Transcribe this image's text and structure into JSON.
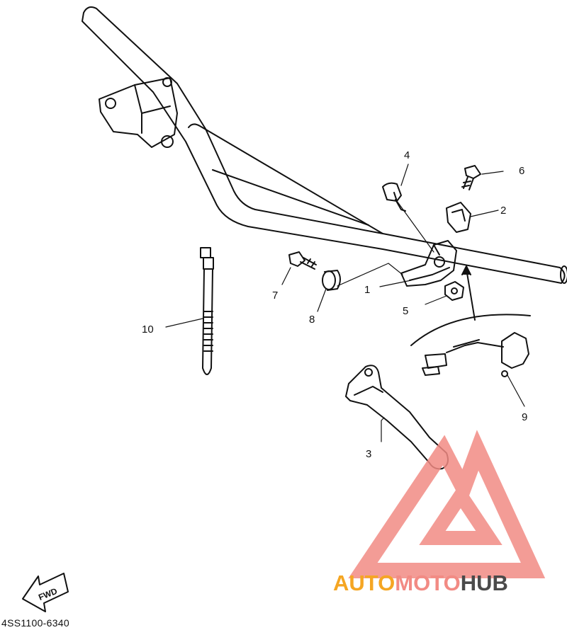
{
  "diagram": {
    "part_code": "4SS1100-6340",
    "fwd_label": "FWD",
    "callouts": [
      {
        "id": "c1",
        "label": "1"
      },
      {
        "id": "c2",
        "label": "2"
      },
      {
        "id": "c3",
        "label": "3"
      },
      {
        "id": "c4",
        "label": "4"
      },
      {
        "id": "c5",
        "label": "5"
      },
      {
        "id": "c6",
        "label": "6"
      },
      {
        "id": "c7",
        "label": "7"
      },
      {
        "id": "c8",
        "label": "8"
      },
      {
        "id": "c9",
        "label": "9"
      },
      {
        "id": "c10",
        "label": "10"
      }
    ]
  },
  "watermark": {
    "brand_part1": "AUTO",
    "brand_part2": "MOTO",
    "brand_part3": "HUB",
    "color_orange": "#f5a623",
    "color_red": "#f28b84",
    "color_gray": "#4a4a4a"
  }
}
